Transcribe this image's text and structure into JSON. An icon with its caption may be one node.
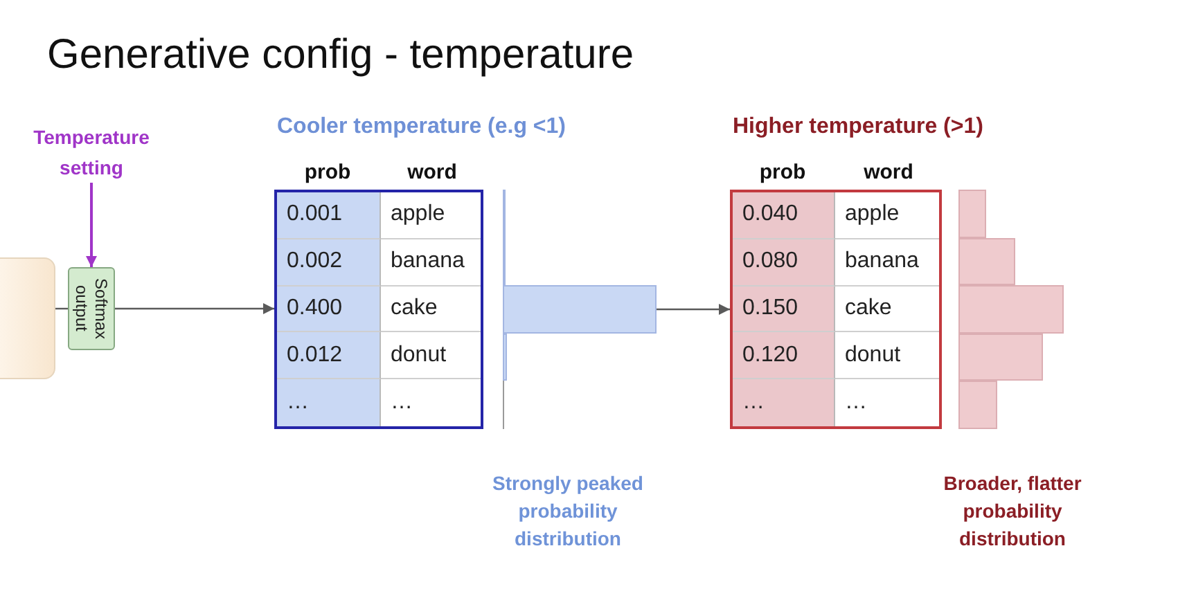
{
  "diagram": {
    "title": "Generative config - temperature",
    "nodes": [
      {
        "text": [
          "Temperature setting"
        ]
      },
      {
        "text": [],
        "shape": "box"
      },
      {
        "text": [
          "Softmax output"
        ]
      },
      {
        "text": [
          "Cooler temperature (e.g <1)",
          "prob",
          "word",
          "0.001",
          "apple",
          "0.002",
          "banana",
          "0.400",
          "cake",
          "0.012",
          "donut",
          "…",
          "…"
        ]
      },
      {
        "text": [],
        "shape": "picture",
        "beside": [
          "Strongly peaked probability distribution"
        ]
      },
      {
        "text": [
          "Higher temperature (>1)",
          "prob",
          "word",
          "0.040",
          "apple",
          "0.080",
          "banana",
          "0.150",
          "cake",
          "0.120",
          "donut",
          "…",
          "…"
        ]
      },
      {
        "text": [],
        "shape": "picture",
        "beside": [
          "Broader, flatter probability distribution"
        ]
      }
    ],
    "edges": [
      {
        "from": 0,
        "to": 2,
        "arrow": "to",
        "color": "#a035c8"
      },
      {
        "from": 1,
        "to": 2,
        "arrow": "none"
      },
      {
        "from": 2,
        "to": 3,
        "arrow": "to"
      },
      {
        "from": 4,
        "to": 5,
        "arrow": "to"
      }
    ]
  }
}
